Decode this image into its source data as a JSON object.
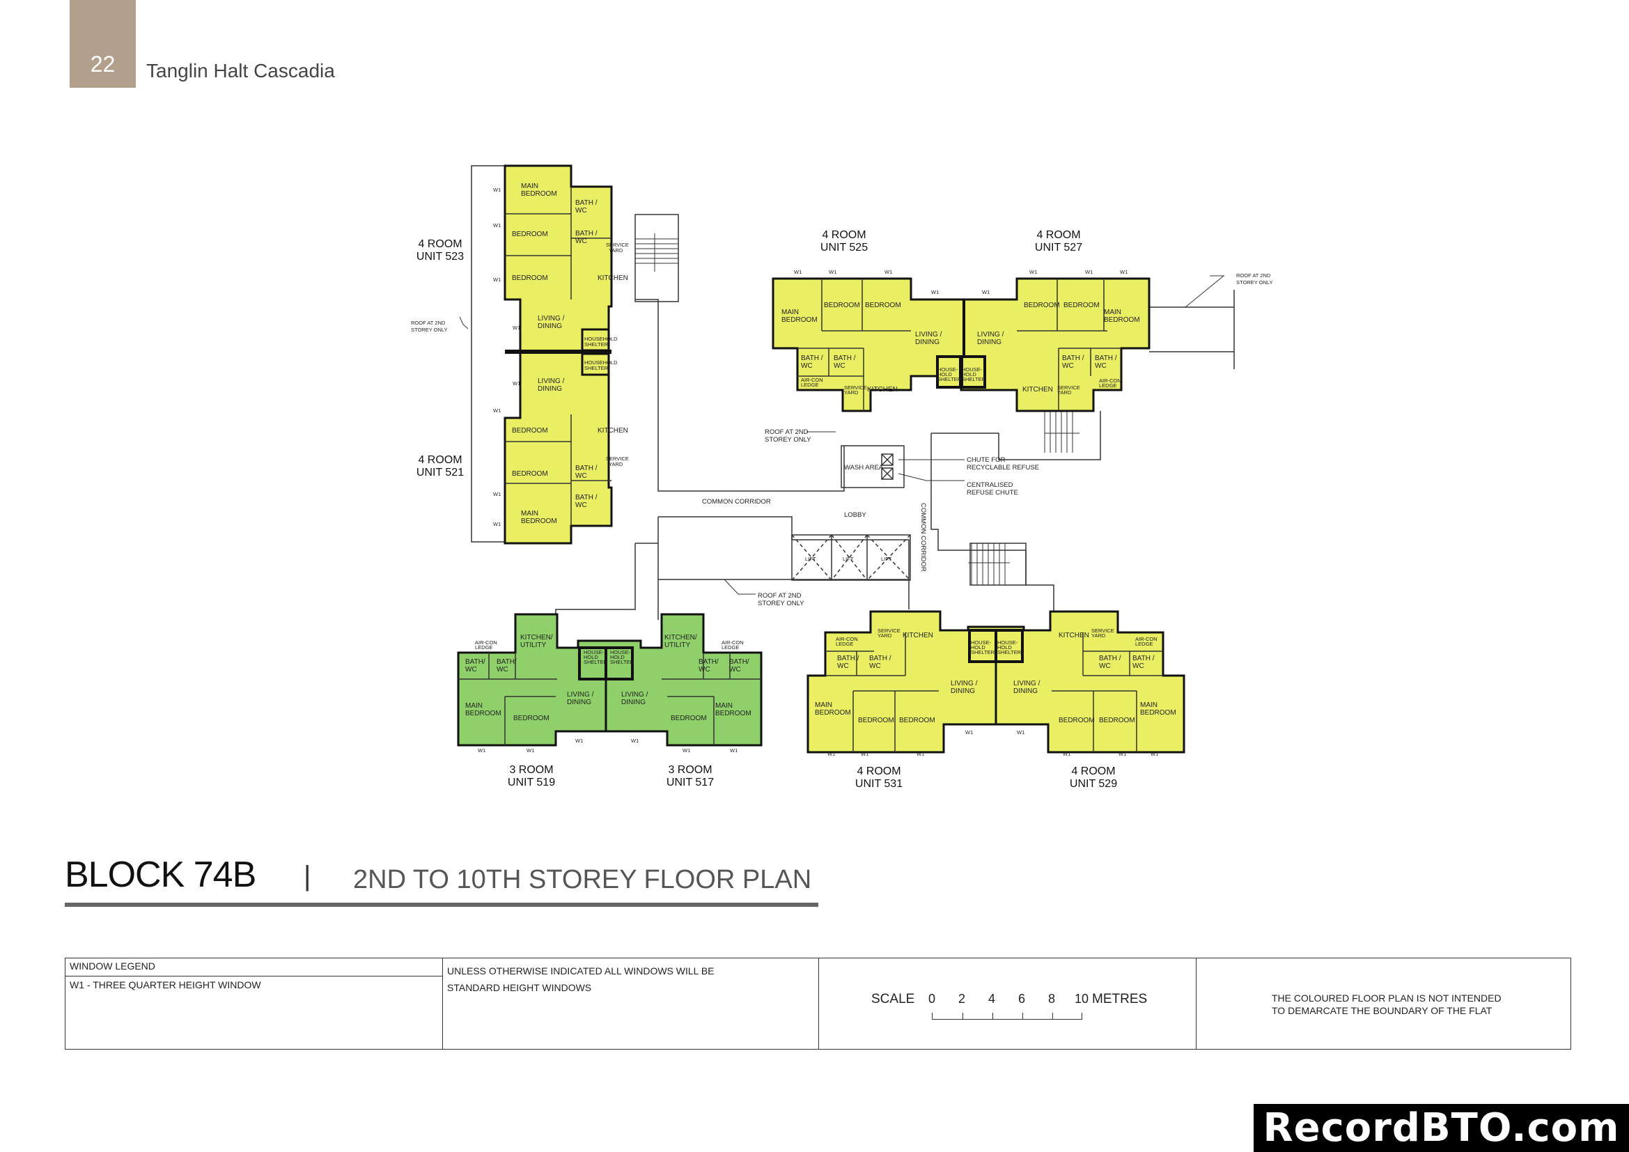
{
  "header": {
    "page_number": "22",
    "project_name": "Tanglin Halt Cascadia",
    "page_box_color": "#b3a08c"
  },
  "colors": {
    "four_room_fill": "#e9ee62",
    "three_room_fill": "#8fd06a",
    "wall": "#111111"
  },
  "units": {
    "u523": {
      "type": "4 ROOM",
      "unit": "UNIT 523"
    },
    "u521": {
      "type": "4 ROOM",
      "unit": "UNIT 521"
    },
    "u525": {
      "type": "4 ROOM",
      "unit": "UNIT 525"
    },
    "u527": {
      "type": "4 ROOM",
      "unit": "UNIT 527"
    },
    "u519": {
      "type": "3 ROOM",
      "unit": "UNIT 519"
    },
    "u517": {
      "type": "3 ROOM",
      "unit": "UNIT 517"
    },
    "u531": {
      "type": "4 ROOM",
      "unit": "UNIT 531"
    },
    "u529": {
      "type": "4 ROOM",
      "unit": "UNIT 529"
    }
  },
  "rooms": {
    "main_bedroom_1": "MAIN",
    "main_bedroom_2": "BEDROOM",
    "bedroom": "BEDROOM",
    "bath_1": "BATH /",
    "bath_2": "WC",
    "bath3_1": "BATH/",
    "kitchen": "KITCHEN",
    "kitchen_utility_1": "KITCHEN/",
    "kitchen_utility_2": "UTILITY",
    "living_1": "LIVING /",
    "living_2": "DINING",
    "service_1": "SERVICE",
    "service_2": "YARD",
    "shelter_1": "HOUSEHOLD",
    "shelter_2": "SHELTER",
    "shelter_h1": "HOUSE-",
    "shelter_h2": "HOLD",
    "aircon_1": "AIR-CON",
    "aircon_2": "LEDGE",
    "window": "W1"
  },
  "annotations": {
    "roof_1": "ROOF AT 2ND",
    "roof_2": "STOREY ONLY",
    "common_corridor": "COMMON CORRIDOR",
    "lobby": "LOBBY",
    "wash_area": "WASH AREA",
    "chute_recyclable_1": "CHUTE FOR",
    "chute_recyclable_2": "RECYCLABLE REFUSE",
    "chute_central_1": "CENTRALISED",
    "chute_central_2": "REFUSE CHUTE",
    "lift": "LIFT"
  },
  "title": {
    "block": "BLOCK 74B",
    "separator": "|",
    "subtitle": "2ND TO 10TH STOREY FLOOR PLAN"
  },
  "legend": {
    "header": "WINDOW LEGEND",
    "w1": "W1 - THREE QUARTER HEIGHT WINDOW",
    "note_line1": "UNLESS OTHERWISE INDICATED ALL WINDOWS WILL BE",
    "note_line2": "STANDARD HEIGHT WINDOWS",
    "scale_label": "SCALE",
    "scale_ticks": [
      "0",
      "2",
      "4",
      "6",
      "8",
      "10"
    ],
    "scale_unit": "METRES",
    "disclaimer_line1": "THE COLOURED FLOOR PLAN IS NOT INTENDED",
    "disclaimer_line2": "TO DEMARCATE THE BOUNDARY OF THE FLAT"
  },
  "watermark": "RecordBTO.com"
}
